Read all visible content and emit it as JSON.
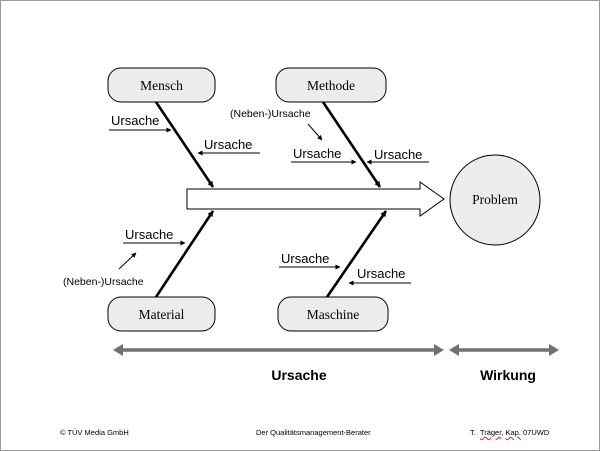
{
  "nodes": {
    "mensch": "Mensch",
    "methode": "Methode",
    "material": "Material",
    "maschine": "Maschine",
    "problem": "Problem"
  },
  "labels": {
    "ursache_mensch_1": "Ursache",
    "ursache_mensch_2": "Ursache",
    "neben_ursache_methode": "(Neben-)Ursache",
    "ursache_methode_1": "Ursache",
    "ursache_methode_2": "Ursache",
    "ursache_material": "Ursache",
    "neben_ursache_material": "(Neben-)Ursache",
    "ursache_maschine_1": "Ursache",
    "ursache_maschine_2": "Ursache"
  },
  "axis": {
    "cause_label": "Ursache",
    "effect_label": "Wirkung"
  },
  "footer": {
    "copyright": "© TÜV Media GmbH",
    "publication": "Der Qualitätsmanagement-Berater",
    "author_prefix": "T.",
    "author_name": "Träger",
    "author_comma": ",",
    "chapter_word": "Kap.",
    "chapter_code": "07UWD"
  },
  "colors": {
    "box_fill": "#ececec",
    "line": "#000000",
    "axis_arrow": "#707070"
  }
}
